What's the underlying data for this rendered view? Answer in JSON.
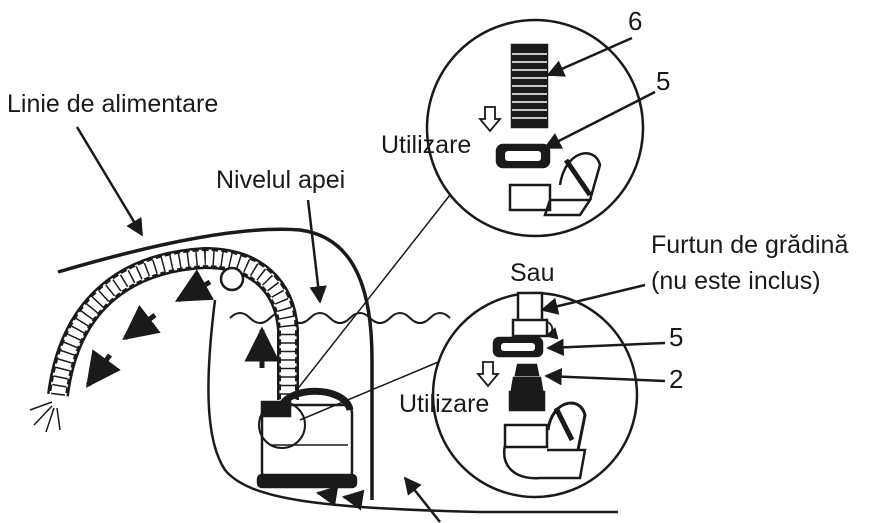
{
  "labels": {
    "supply_line": "Linie de alimentare",
    "water_level": "Nivelul apei",
    "use_top": "Utilizare",
    "use_bottom": "Utilizare",
    "or": "Sau",
    "garden_hose_line1": "Furtun de grădină",
    "garden_hose_line2": "(nu este inclus)",
    "callout_6": "6",
    "callout_5_top": "5",
    "callout_5_bottom": "5",
    "callout_2": "2"
  },
  "colors": {
    "ink": "#1a1a1a",
    "background": "#ffffff"
  }
}
